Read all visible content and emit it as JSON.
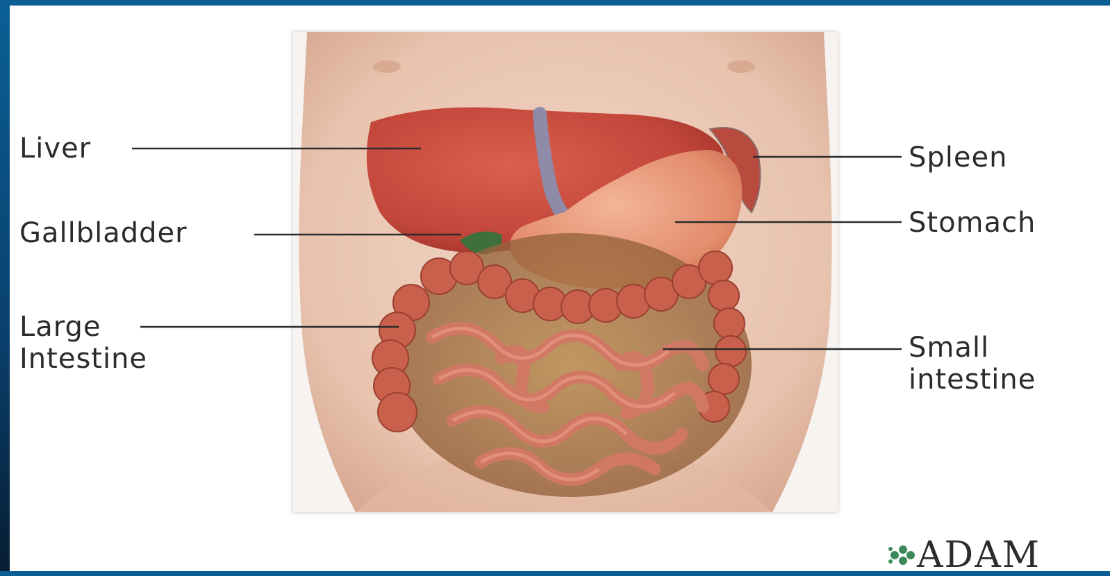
{
  "labels": {
    "liver": "Liver",
    "gallbladder": "Gallbladder",
    "large_intestine": "Large\nIntestine",
    "spleen": "Spleen",
    "stomach": "Stomach",
    "small_intestine": "Small\nintestine"
  },
  "logo": {
    "text": "ADAM"
  },
  "colors": {
    "background_border": "#0b5f96",
    "skin": "#eccbb9",
    "liver": "#c9483c",
    "stomach": "#e89a7c",
    "intestine": "#c96a57",
    "leader_line": "#2b2b2b",
    "logo_mark": "#3c8a5a"
  }
}
